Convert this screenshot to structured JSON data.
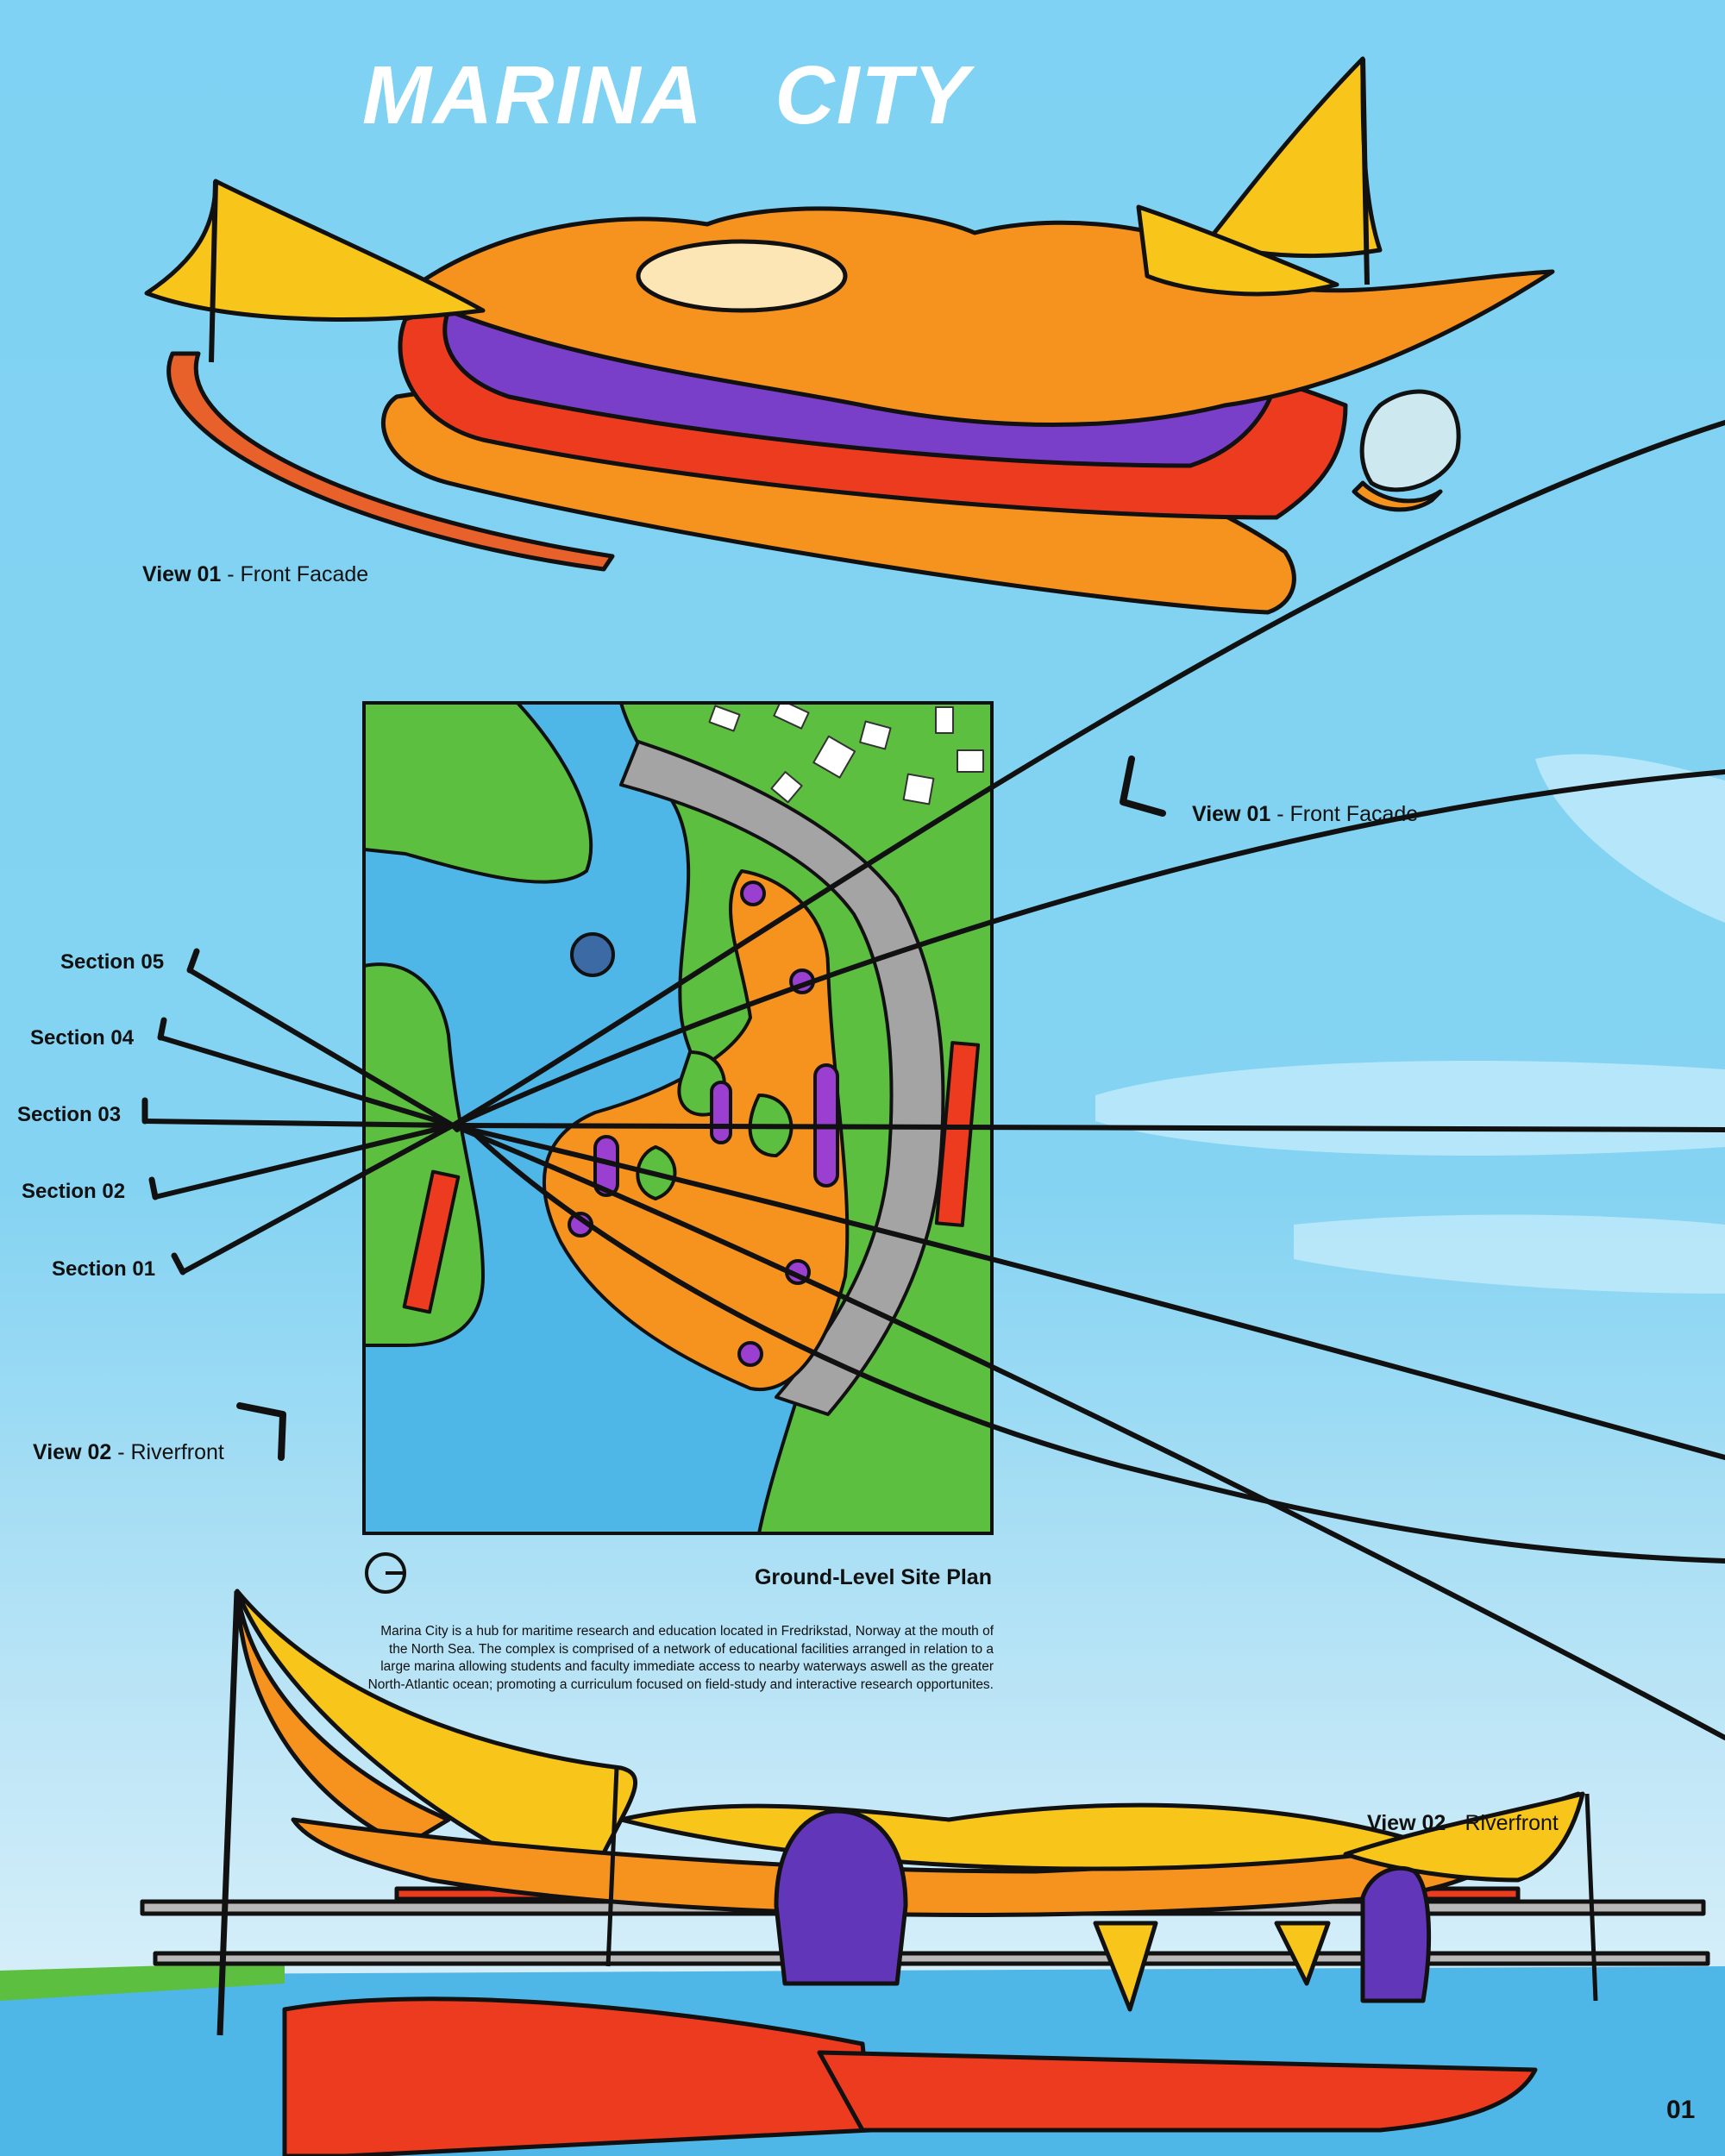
{
  "title": "MARINA   CITY",
  "views": {
    "top": {
      "name": "View 01",
      "sep": " - ",
      "desc": "Front Facade"
    },
    "plan_view1": {
      "name": "View 01",
      "sep": " - ",
      "desc": "Front Facade"
    },
    "plan_view2": {
      "name": "View 02",
      "sep": " - ",
      "desc": "Riverfront"
    },
    "bottom": {
      "name": "View 02",
      "sep": " - ",
      "desc": "Riverfront"
    }
  },
  "sections": [
    "Section 05",
    "Section 04",
    "Section 03",
    "Section 02",
    "Section 01"
  ],
  "plan": {
    "title": "Ground-Level Site Plan",
    "description": "Marina City is a hub for maritime research and education located in Fredrikstad, Norway at the mouth of the North Sea. The complex is comprised of a network of educational facilities arranged in relation to a large marina allowing students and faculty immediate access to nearby waterways aswell as the greater North-Atlantic ocean; promoting a curriculum focused on field-study and interactive research opportunites."
  },
  "page_number": "01",
  "colors": {
    "sky": "#7fd2f3",
    "water": "#4fb6e8",
    "grass": "#5cbf3f",
    "orange": "#f6921e",
    "yellow": "#f8c51b",
    "purple": "#9a3fd0",
    "red": "#ec3b1f",
    "road": "#a4a4a4"
  }
}
